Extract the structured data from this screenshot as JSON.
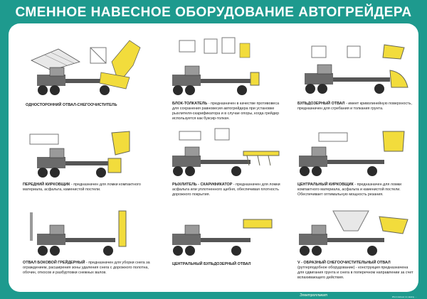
{
  "poster": {
    "title": "СМЕННОЕ НАВЕСНОЕ ОБОРУДОВАНИЕ АВТОГРЕЙДЕРА",
    "footer_line1": "Изготовлено по заказу …",
    "brand": "Электроплакат",
    "colors": {
      "frame": "#1e9a8e",
      "yellow": "#f2dc3c",
      "grey": "#6b6b6b",
      "dark": "#2b2b2b"
    }
  },
  "items": [
    {
      "name": "ОДНОСТОРОННИЙ ОТВАЛ-СНЕГООЧИСТИТЕЛЬ",
      "desc": ""
    },
    {
      "name": "БЛОК-ТОЛКАТЕЛЬ",
      "desc": " - предназначен в качестве противовеса для сохранения равновесия автогрейдера при установке рыхлителя-скарификатора и в случае опоры, когда грейдер используется как буксир-толкач."
    },
    {
      "name": "БУЛЬДОЗЕРНЫЙ ОТВАЛ",
      "desc": " - имеет криволинейную поверхность, предназначен для сгребания и толкания грунта."
    },
    {
      "name": "ПЕРЕДНИЙ КИРКОВЩИК",
      "desc": " - предназначен для ломки компактного материала, асфальта, каменистой постели."
    },
    {
      "name": "РЫХЛИТЕЛЬ - СКАРИФИКАТОР",
      "desc": " - предназначен для ломки асфальта или уплотненного щебня, обеспечивая плотность дорожного покрытия."
    },
    {
      "name": "ЦЕНТРАЛЬНЫЙ КИРКОВЩИК",
      "desc": " - предназначен для ломки компактного материала, асфальта и каменистой постели. Обеспечивает оптимальную мощность резания."
    },
    {
      "name": "ОТВАЛ БОКОВОЙ ГРЕЙДЕРНЫЙ",
      "desc": " - предназначен для уборки снега за ограждением, расширения зоны удаления снега с дорожного полотна, обочин, откосов и разбуртовки снежных валов."
    },
    {
      "name": "ЦЕНТРАЛЬНЫЙ БУЛЬДОЗЕРНЫЙ ОТВАЛ",
      "desc": ""
    },
    {
      "name": "V - ОБРАЗНЫЙ СНЕГООЧИСТИТЕЛЬНЫЙ ОТВАЛ",
      "desc": " (рутгерподобное оборудование) - конструкция предназначена для сдвигания грунта и снега в поперечном направлении за счет вспахивающего действия."
    }
  ]
}
